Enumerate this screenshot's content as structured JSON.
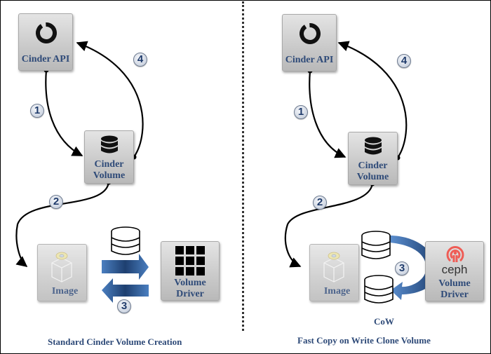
{
  "diagram": {
    "left_panel": {
      "title": "Standard Cinder Volume Creation",
      "nodes": {
        "cinder_api": "Cinder API",
        "cinder_volume_line1": "Cinder",
        "cinder_volume_line2": "Volume",
        "image": "Image",
        "volume_driver_line1": "Volume",
        "volume_driver_line2": "Driver"
      },
      "steps": [
        "1",
        "2",
        "3",
        "4"
      ]
    },
    "right_panel": {
      "title": "Fast Copy on Write Clone Volume",
      "nodes": {
        "cinder_api": "Cinder API",
        "cinder_volume_line1": "Cinder",
        "cinder_volume_line2": "Volume",
        "image": "Image",
        "volume_driver_brand": "ceph",
        "volume_driver_line1": "Volume",
        "volume_driver_line2": "Driver"
      },
      "cow_label": "CoW",
      "steps": [
        "1",
        "2",
        "3",
        "4"
      ]
    },
    "colors": {
      "label_text": "#2e4a78",
      "transfer_arrow": "#3a6fb0",
      "ceph_logo": "#ef5c55"
    },
    "icons": {
      "cinder_api": "openstack-ring-icon",
      "cinder_volume": "database-icon",
      "image": "image-cube-disc-icon",
      "volume_driver": "grid-blocks-icon",
      "ceph": "ceph-logo-icon"
    }
  }
}
